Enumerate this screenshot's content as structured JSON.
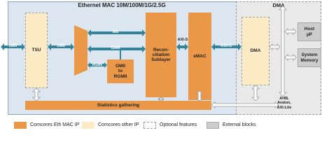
{
  "regions": {
    "mac_title": "Ethernet MAC 10M/100M/1G/2.5G",
    "dma_title": "DMA"
  },
  "blocks": {
    "tsu": "TSU",
    "reconciliation": "Recon-\nciliation\nSublayer",
    "emac": "eMAC",
    "gmii_to_rgmii": "GMII\nto\nRGMII",
    "statistics": "Statistics gathering",
    "dma": "DMA",
    "host": "Host\nµP",
    "memory": "System\nMemory"
  },
  "signals": {
    "xmii_left": "xMII",
    "xmii_mid": "xMII",
    "mii": "MII",
    "gmii": "GMII",
    "rgmii": "RGMII",
    "axi_s_1": "AXI-S",
    "axi_s_2": "AXI-S",
    "bus": "AHB,\nAvalon,\nAXI-Lite"
  },
  "legend": [
    {
      "label": "Comcores Eth MAC IP",
      "color": "#ea9847"
    },
    {
      "label": "Comcores other IP",
      "color": "#fdebc6"
    },
    {
      "label": "Optional features",
      "color": "#ffffff"
    },
    {
      "label": "External blocks",
      "color": "#cccccc"
    }
  ],
  "colors": {
    "arrow": "#31849b",
    "orange": "#ea9847",
    "cream": "#fdebc6"
  }
}
